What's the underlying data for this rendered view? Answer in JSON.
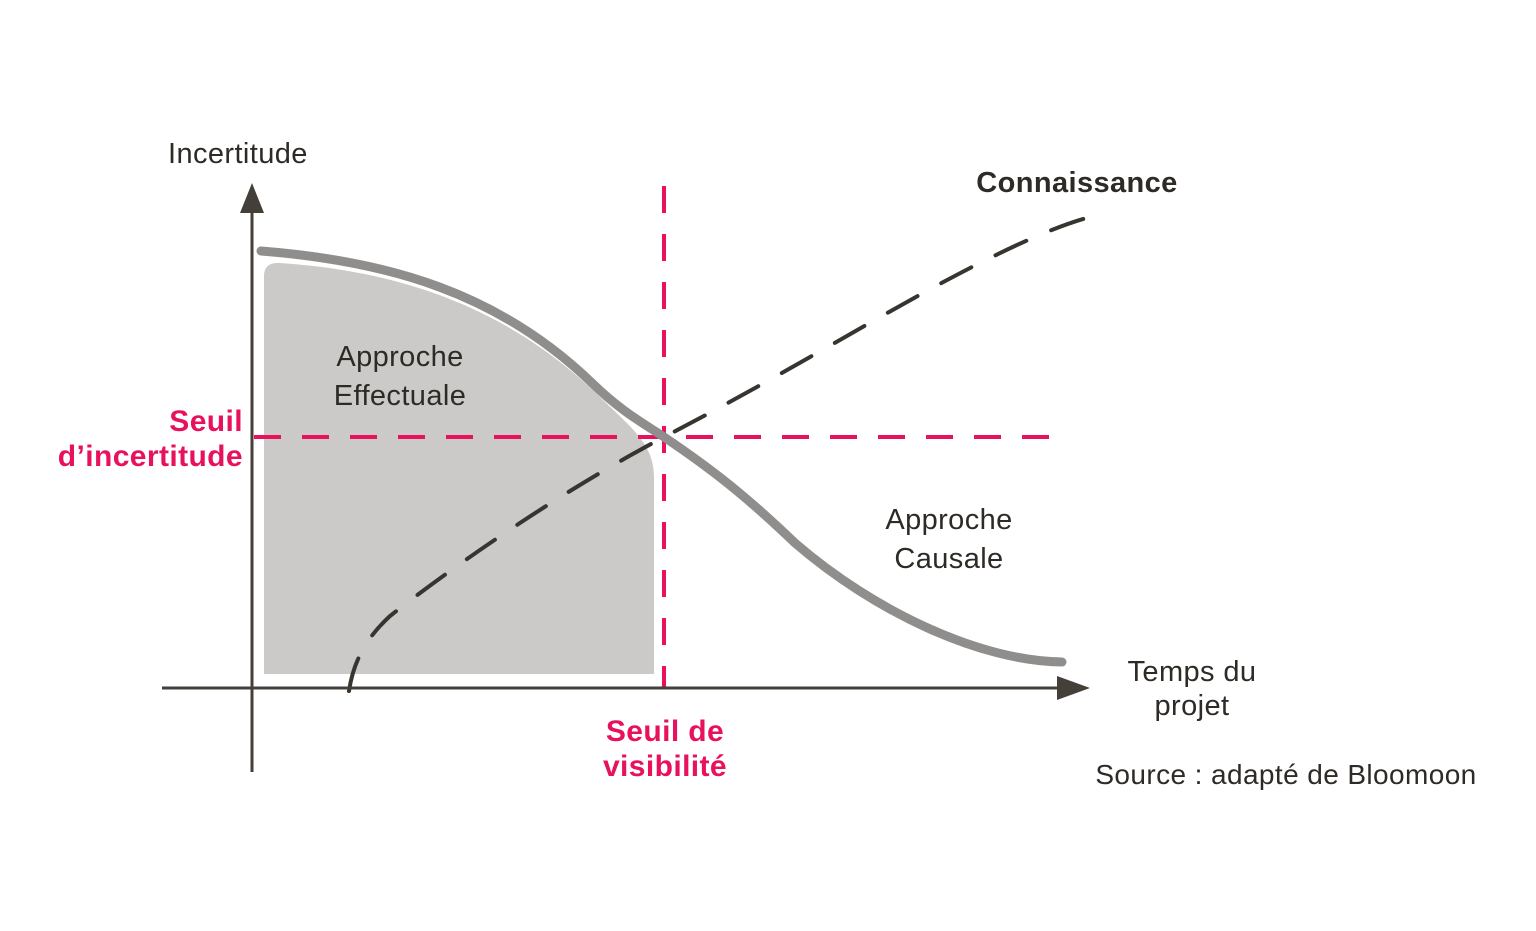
{
  "diagram": {
    "y_axis_label": "Incertitude",
    "x_axis_label_line1": "Temps du",
    "x_axis_label_line2": "projet",
    "knowledge_label": "Connaissance",
    "effectual_label_line1": "Approche",
    "effectual_label_line2": "Effectuale",
    "causal_label_line1": "Approche",
    "causal_label_line2": "Causale",
    "uncertainty_threshold_line1": "Seuil",
    "uncertainty_threshold_line2": "d’incertitude",
    "visibility_threshold_line1": "Seuil de",
    "visibility_threshold_line2": "visibilité",
    "source_note": "Source : adapté de Bloomoon",
    "colors": {
      "threshold_pink": "#e8115e",
      "uncertainty_curve_gray": "#8f8e8d",
      "effectual_area_gray": "#cbcac9",
      "knowledge_curve_dark": "#383430",
      "axis_dark": "#453f39",
      "text_dark": "#2e2a26",
      "background": "#ffffff"
    }
  }
}
